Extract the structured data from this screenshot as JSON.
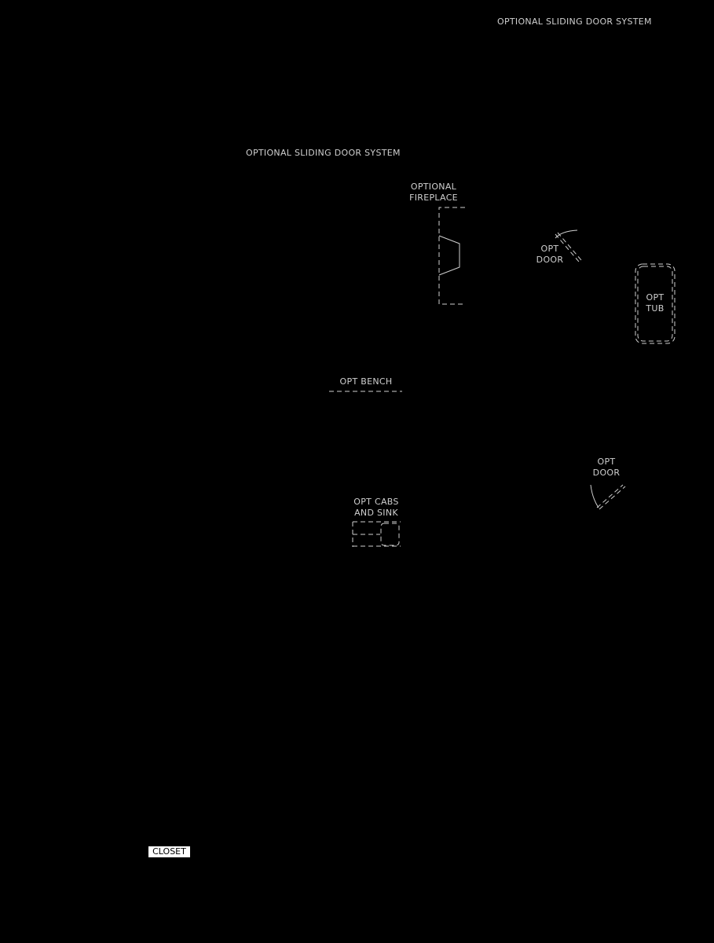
{
  "plan": {
    "background": "#000000",
    "line_color": "#cfcfcf",
    "labels": {
      "sliding_door_top": "OPTIONAL SLIDING DOOR SYSTEM",
      "sliding_door_mid": "OPTIONAL SLIDING DOOR SYSTEM",
      "fireplace": [
        "OPTIONAL",
        "FIREPLACE"
      ],
      "opt_door_upper": [
        "OPT",
        "DOOR"
      ],
      "opt_tub": [
        "OPT",
        "TUB"
      ],
      "opt_bench": "OPT BENCH",
      "opt_door_lower": [
        "OPT",
        "DOOR"
      ],
      "opt_cabs_sink": [
        "OPT CABS",
        "AND SINK"
      ],
      "closet": "CLOSET"
    }
  }
}
